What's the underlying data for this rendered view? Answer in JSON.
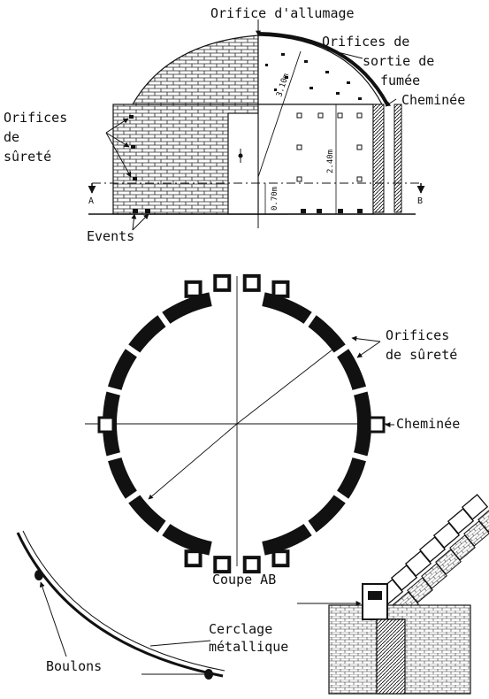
{
  "labels": {
    "orifice_allumage": "Orifice d'allumage",
    "orifices_sortie_1": "Orifices de",
    "orifices_sortie_2": "sortie de",
    "orifices_sortie_3": "fumée",
    "cheminee_top": "Cheminée",
    "orifices_surete_left_1": "Orifices",
    "orifices_surete_left_2": "de",
    "orifices_surete_left_3": "sûreté",
    "events": "Events",
    "orifices_surete_right_1": "Orifices",
    "orifices_surete_right_2": "de sûreté",
    "cheminee_plan": "Cheminée",
    "coupe_ab": "Coupe AB",
    "cerclage_1": "Cerclage",
    "cerclage_2": "métallique",
    "boulons": "Boulons"
  },
  "dimensions": {
    "dim_310": "3.10m",
    "dim_240": "2.40m",
    "dim_070": "0.70m",
    "mark_a": "A",
    "mark_b": "B"
  },
  "colors": {
    "ink": "#111111",
    "paper": "#ffffff"
  }
}
